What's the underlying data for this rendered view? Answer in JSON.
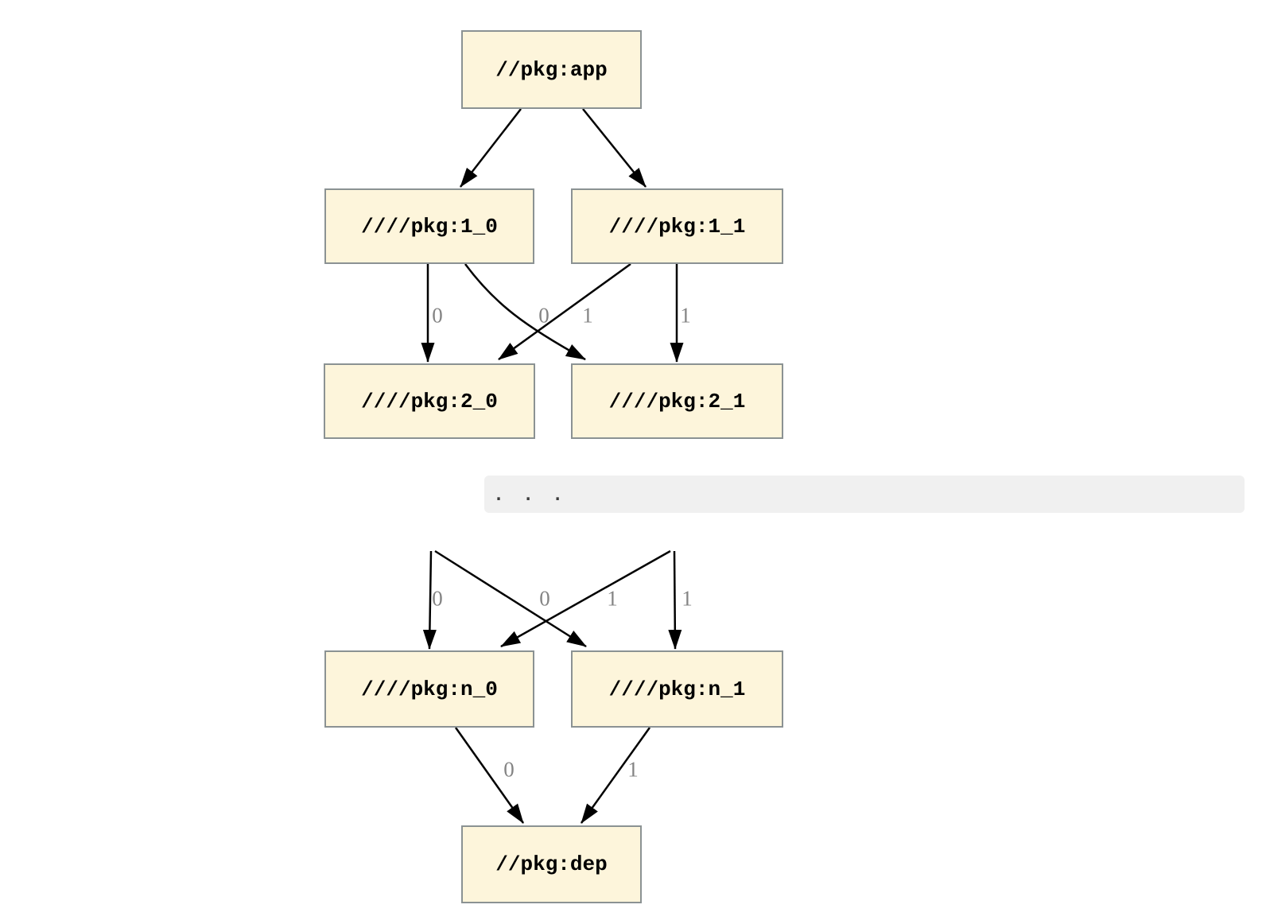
{
  "diagram": {
    "type": "dependency-graph",
    "nodes": [
      {
        "id": "app",
        "label": "//pkg:app"
      },
      {
        "id": "1_0",
        "label": "////pkg:1_0"
      },
      {
        "id": "1_1",
        "label": "////pkg:1_1"
      },
      {
        "id": "2_0",
        "label": "////pkg:2_0"
      },
      {
        "id": "2_1",
        "label": "////pkg:2_1"
      },
      {
        "id": "n_0",
        "label": "////pkg:n_0"
      },
      {
        "id": "n_1",
        "label": "////pkg:n_1"
      },
      {
        "id": "dep",
        "label": "//pkg:dep"
      }
    ],
    "edges": [
      {
        "from": "app",
        "to": "1_0",
        "label": ""
      },
      {
        "from": "app",
        "to": "1_1",
        "label": ""
      },
      {
        "from": "1_0",
        "to": "2_0",
        "label": "0"
      },
      {
        "from": "1_1",
        "to": "2_0",
        "label": "0"
      },
      {
        "from": "1_0",
        "to": "2_1",
        "label": "1"
      },
      {
        "from": "1_1",
        "to": "2_1",
        "label": "1"
      },
      {
        "from": "...",
        "to": "n_0",
        "label": "0"
      },
      {
        "from": "...",
        "to": "n_0",
        "label": "0"
      },
      {
        "from": "...",
        "to": "n_1",
        "label": "1"
      },
      {
        "from": "...",
        "to": "n_1",
        "label": "1"
      },
      {
        "from": "n_0",
        "to": "dep",
        "label": "0"
      },
      {
        "from": "n_1",
        "to": "dep",
        "label": "1"
      }
    ],
    "ellipsis_text": ". . .",
    "colors": {
      "node_fill": "#fdf5db",
      "node_border": "#8b9293",
      "edge": "#000000",
      "edge_label": "#848484",
      "ellipsis_bg": "#f0f0f0",
      "ellipsis_text": "#3a3a3a"
    }
  }
}
